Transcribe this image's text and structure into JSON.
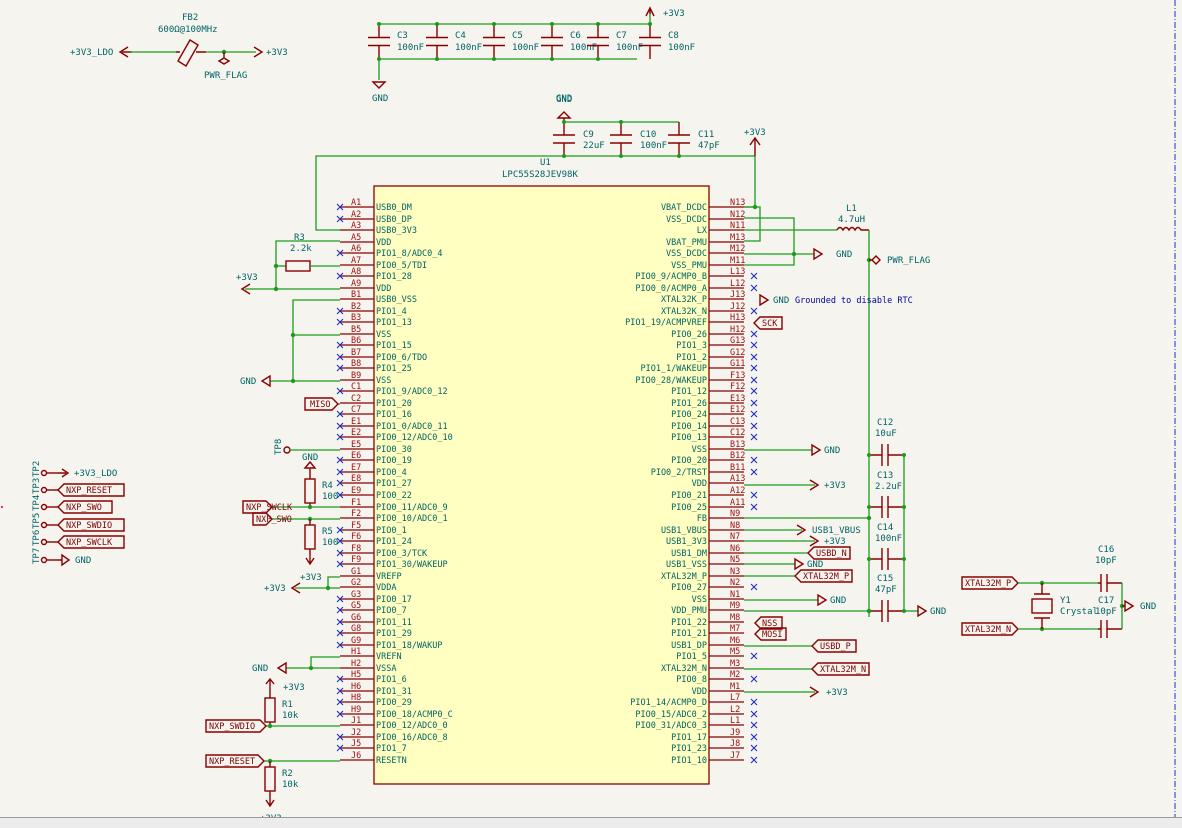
{
  "colors": {
    "background": "#f5f4ef",
    "wire": "#1c9c1c",
    "component": "#8a0000",
    "text": "#006464",
    "pin_number": "#a01010",
    "no_connect": "#2030c0",
    "ic_fill": "#ffffc2",
    "note": "#0000a0"
  },
  "ferrite": {
    "ref": "FB2",
    "value": "600Ω@100MHz",
    "left_net": "+3V3_LDO",
    "right_net": "+3V3",
    "flag": "PWR_FLAG"
  },
  "decoupling_top": {
    "power": "+3V3",
    "ground": "GND",
    "ground2": "GND",
    "caps": [
      {
        "ref": "C3",
        "value": "100nF"
      },
      {
        "ref": "C4",
        "value": "100nF"
      },
      {
        "ref": "C5",
        "value": "100nF"
      },
      {
        "ref": "C6",
        "value": "100nF"
      },
      {
        "ref": "C7",
        "value": "100nF"
      },
      {
        "ref": "C8",
        "value": "100nF"
      }
    ]
  },
  "usb_caps": {
    "ground": "GND",
    "power": "+3V3",
    "caps": [
      {
        "ref": "C9",
        "value": "22uF"
      },
      {
        "ref": "C10",
        "value": "100nF"
      },
      {
        "ref": "C11",
        "value": "47pF"
      }
    ]
  },
  "ic": {
    "ref": "U1",
    "part": "LPC55S28JEV98K"
  },
  "left_pins": [
    {
      "num": "A1",
      "name": "USB0_DM",
      "nc": true
    },
    {
      "num": "A2",
      "name": "USB0_DP",
      "nc": true
    },
    {
      "num": "A3",
      "name": "USB0_3V3",
      "nc": false
    },
    {
      "num": "A5",
      "name": "VDD",
      "nc": false
    },
    {
      "num": "A6",
      "name": "PIO1_8/ADC0_4",
      "nc": true
    },
    {
      "num": "A7",
      "name": "PIO0_5/TDI",
      "nc": false
    },
    {
      "num": "A8",
      "name": "PIO1_28",
      "nc": true
    },
    {
      "num": "A9",
      "name": "VDD",
      "nc": false
    },
    {
      "num": "B1",
      "name": "USB0_VSS",
      "nc": false
    },
    {
      "num": "B2",
      "name": "PIO1_4",
      "nc": true
    },
    {
      "num": "B3",
      "name": "PIO1_13",
      "nc": true
    },
    {
      "num": "B5",
      "name": "VSS",
      "nc": false
    },
    {
      "num": "B6",
      "name": "PIO1_15",
      "nc": true
    },
    {
      "num": "B7",
      "name": "PIO0_6/TDO",
      "nc": true
    },
    {
      "num": "B8",
      "name": "PIO1_25",
      "nc": true
    },
    {
      "num": "B9",
      "name": "VSS",
      "nc": false
    },
    {
      "num": "C1",
      "name": "PIO1_9/ADC0_12",
      "nc": true
    },
    {
      "num": "C2",
      "name": "PIO1_20",
      "nc": false
    },
    {
      "num": "C7",
      "name": "PIO1_16",
      "nc": true
    },
    {
      "num": "E1",
      "name": "PIO1_0/ADC0_11",
      "nc": true
    },
    {
      "num": "E2",
      "name": "PIO0_12/ADC0_10",
      "nc": true
    },
    {
      "num": "E5",
      "name": "PIO0_30",
      "nc": false
    },
    {
      "num": "E6",
      "name": "PIO0_19",
      "nc": true
    },
    {
      "num": "E7",
      "name": "PIO0_4",
      "nc": true
    },
    {
      "num": "E8",
      "name": "PIO1_27",
      "nc": true
    },
    {
      "num": "E9",
      "name": "PIO0_22",
      "nc": true
    },
    {
      "num": "F1",
      "name": "PIO0_11/ADC0_9",
      "nc": false
    },
    {
      "num": "F2",
      "name": "PIO0_10/ADC0_1",
      "nc": false
    },
    {
      "num": "F5",
      "name": "PIO0_1",
      "nc": true
    },
    {
      "num": "F6",
      "name": "PIO1_24",
      "nc": true
    },
    {
      "num": "F8",
      "name": "PIO0_3/TCK",
      "nc": true
    },
    {
      "num": "F9",
      "name": "PIO1_30/WAKEUP",
      "nc": true
    },
    {
      "num": "G1",
      "name": "VREFP",
      "nc": false
    },
    {
      "num": "G2",
      "name": "VDDA",
      "nc": false
    },
    {
      "num": "G3",
      "name": "PIO0_17",
      "nc": true
    },
    {
      "num": "G5",
      "name": "PIO0_7",
      "nc": true
    },
    {
      "num": "G6",
      "name": "PIO1_11",
      "nc": true
    },
    {
      "num": "G8",
      "name": "PIO1_29",
      "nc": true
    },
    {
      "num": "G9",
      "name": "PIO1_18/WAKUP",
      "nc": true
    },
    {
      "num": "H1",
      "name": "VREFN",
      "nc": false
    },
    {
      "num": "H2",
      "name": "VSSA",
      "nc": false
    },
    {
      "num": "H5",
      "name": "PIO1_6",
      "nc": true
    },
    {
      "num": "H6",
      "name": "PIO1_31",
      "nc": true
    },
    {
      "num": "H8",
      "name": "PIO0_29",
      "nc": true
    },
    {
      "num": "H9",
      "name": "PIO0_18/ACMP0_C",
      "nc": true
    },
    {
      "num": "J1",
      "name": "PIO0_12/ADC0_0",
      "nc": false
    },
    {
      "num": "J2",
      "name": "PIO0_16/ADC0_8",
      "nc": true
    },
    {
      "num": "J5",
      "name": "PIO1_7",
      "nc": true
    },
    {
      "num": "J6",
      "name": "RESETN",
      "nc": false
    }
  ],
  "right_pins": [
    {
      "num": "N13",
      "name": "VBAT_DCDC",
      "nc": false
    },
    {
      "num": "N12",
      "name": "VSS_DCDC",
      "nc": false
    },
    {
      "num": "N11",
      "name": "LX",
      "nc": false
    },
    {
      "num": "M13",
      "name": "VBAT_PMU",
      "nc": false
    },
    {
      "num": "M12",
      "name": "VSS_DCDC",
      "nc": false
    },
    {
      "num": "M11",
      "name": "VSS_PMU",
      "nc": false
    },
    {
      "num": "L13",
      "name": "PIO0_9/ACMP0_B",
      "nc": true
    },
    {
      "num": "L12",
      "name": "PIO0_0/ACMP0_A",
      "nc": true
    },
    {
      "num": "J13",
      "name": "XTAL32K_P",
      "nc": false
    },
    {
      "num": "J12",
      "name": "XTAL32K_N",
      "nc": true
    },
    {
      "num": "H13",
      "name": "PIO1_19/ACMPVREF",
      "nc": false
    },
    {
      "num": "H12",
      "name": "PIO0_26",
      "nc": true
    },
    {
      "num": "G13",
      "name": "PIO1_3",
      "nc": true
    },
    {
      "num": "G12",
      "name": "PIO1_2",
      "nc": true
    },
    {
      "num": "G11",
      "name": "PIO1_1/WAKEUP",
      "nc": true
    },
    {
      "num": "F13",
      "name": "PIO0_28/WAKEUP",
      "nc": true
    },
    {
      "num": "F12",
      "name": "PIO1_12",
      "nc": true
    },
    {
      "num": "E13",
      "name": "PIO1_26",
      "nc": true
    },
    {
      "num": "E12",
      "name": "PIO0_24",
      "nc": true
    },
    {
      "num": "C13",
      "name": "PIO0_14",
      "nc": true
    },
    {
      "num": "C12",
      "name": "PIO0_13",
      "nc": true
    },
    {
      "num": "B13",
      "name": "VSS",
      "nc": false
    },
    {
      "num": "B12",
      "name": "PIO0_20",
      "nc": true
    },
    {
      "num": "B11",
      "name": "PIO0_2/TRST",
      "nc": true
    },
    {
      "num": "A13",
      "name": "VDD",
      "nc": false
    },
    {
      "num": "A12",
      "name": "PIO0_21",
      "nc": true
    },
    {
      "num": "A11",
      "name": "PIO0_25",
      "nc": true
    },
    {
      "num": "N9",
      "name": "FB",
      "nc": false
    },
    {
      "num": "N8",
      "name": "USB1_VBUS",
      "nc": false
    },
    {
      "num": "N7",
      "name": "USB1_3V3",
      "nc": false
    },
    {
      "num": "N6",
      "name": "USB1_DM",
      "nc": false
    },
    {
      "num": "N5",
      "name": "USB1_VSS",
      "nc": false
    },
    {
      "num": "N3",
      "name": "XTAL32M_P",
      "nc": false
    },
    {
      "num": "N2",
      "name": "PIO0_27",
      "nc": true
    },
    {
      "num": "N1",
      "name": "VSS",
      "nc": false
    },
    {
      "num": "M9",
      "name": "VDD_PMU",
      "nc": false
    },
    {
      "num": "M8",
      "name": "PIO1_22",
      "nc": false
    },
    {
      "num": "M7",
      "name": "PIO1_21",
      "nc": false
    },
    {
      "num": "M6",
      "name": "USB1_DP",
      "nc": false
    },
    {
      "num": "M5",
      "name": "PIO1_5",
      "nc": true
    },
    {
      "num": "M3",
      "name": "XTAL32M_N",
      "nc": false
    },
    {
      "num": "M2",
      "name": "PIO0_8",
      "nc": true
    },
    {
      "num": "M1",
      "name": "VDD",
      "nc": false
    },
    {
      "num": "L7",
      "name": "PIO1_14/ACMP0_D",
      "nc": true
    },
    {
      "num": "L2",
      "name": "PIO0_15/ADC0_2",
      "nc": true
    },
    {
      "num": "L1",
      "name": "PIO0_31/ADC0_3",
      "nc": true
    },
    {
      "num": "J9",
      "name": "PIO1_17",
      "nc": true
    },
    {
      "num": "J8",
      "name": "PIO1_23",
      "nc": true
    },
    {
      "num": "J7",
      "name": "PIO1_10",
      "nc": true
    }
  ],
  "left_parts": {
    "r3": {
      "ref": "R3",
      "value": "2.2k"
    },
    "vdd_power": "+3V3",
    "vss_ground": "GND",
    "miso": "MISO",
    "tp8": "TP8",
    "r4": {
      "ref": "R4",
      "value": "100",
      "ground": "GND"
    },
    "r5": {
      "ref": "R5",
      "value": "100"
    },
    "swclk": "NXP_SWCLK",
    "swo": "NXP_SWO",
    "vrefp_power": "+3V3",
    "vdda_power": "+3V3",
    "vssa_ground": "GND",
    "r1": {
      "ref": "R1",
      "value": "10k",
      "power": "+3V3"
    },
    "swdio": "NXP_SWDIO",
    "reset": "NXP_RESET",
    "r2": {
      "ref": "R2",
      "value": "10k",
      "power": "+3V3"
    }
  },
  "right_parts": {
    "l1": {
      "ref": "L1",
      "value": "4.7uH"
    },
    "pwr_flag": "PWR_FLAG",
    "dcdc_gnd": "GND",
    "xtal32k_gnd": "GND",
    "rtc_note": "Grounded to disable RTC",
    "sck": "SCK",
    "vss_gnd": "GND",
    "vdd_power": "+3V3",
    "usb1_vbus": "USB1_VBUS",
    "usb1_3v3": "+3V3",
    "usbd_n": "USBD_N",
    "usb1_vss_gnd": "GND",
    "xtal32m_p": "XTAL32M_P",
    "n1_gnd": "GND",
    "nss": "NSS",
    "mosi": "MOSI",
    "usbd_p": "USBD_P",
    "xtal32m_n": "XTAL32M_N",
    "m1_power": "+3V3",
    "pmu_caps": [
      {
        "ref": "C12",
        "value": "10uF"
      },
      {
        "ref": "C13",
        "value": "2.2uF"
      },
      {
        "ref": "C14",
        "value": "100nF"
      },
      {
        "ref": "C15",
        "value": "47pF"
      }
    ],
    "pmu_gnd": "GND"
  },
  "crystal": {
    "ref": "Y1",
    "value": "Crystal",
    "net_p": "XTAL32M_P",
    "net_n": "XTAL32M_N",
    "c16": {
      "ref": "C16",
      "value": "10pF"
    },
    "c17": {
      "ref": "C17",
      "value": "10pF"
    },
    "ground": "GND"
  },
  "test_points": [
    {
      "ref": "TP2",
      "net": "+3V3_LDO",
      "kind": "power"
    },
    {
      "ref": "TP3",
      "net": "NXP_RESET",
      "kind": "label"
    },
    {
      "ref": "TP4",
      "net": "NXP_SWO",
      "kind": "label"
    },
    {
      "ref": "TP5",
      "net": "NXP_SWDIO",
      "kind": "label"
    },
    {
      "ref": "TP6",
      "net": "NXP_SWCLK",
      "kind": "label"
    },
    {
      "ref": "TP7",
      "net": "GND",
      "kind": "ground"
    }
  ]
}
